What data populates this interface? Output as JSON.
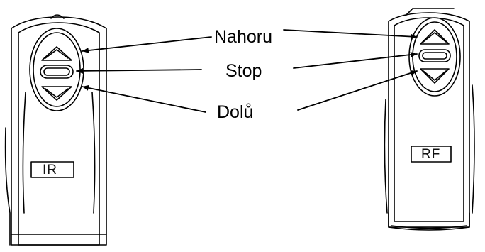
{
  "labels": {
    "up": "Nahoru",
    "stop": "Stop",
    "down": "Dolů"
  },
  "remotes": {
    "left_tag": "IR",
    "right_tag": "RF"
  },
  "icons": {
    "up": "triangle-up-icon",
    "stop": "rounded-bar-icon",
    "down": "triangle-down-icon"
  },
  "colors": {
    "line": "#000000",
    "background": "#ffffff"
  }
}
